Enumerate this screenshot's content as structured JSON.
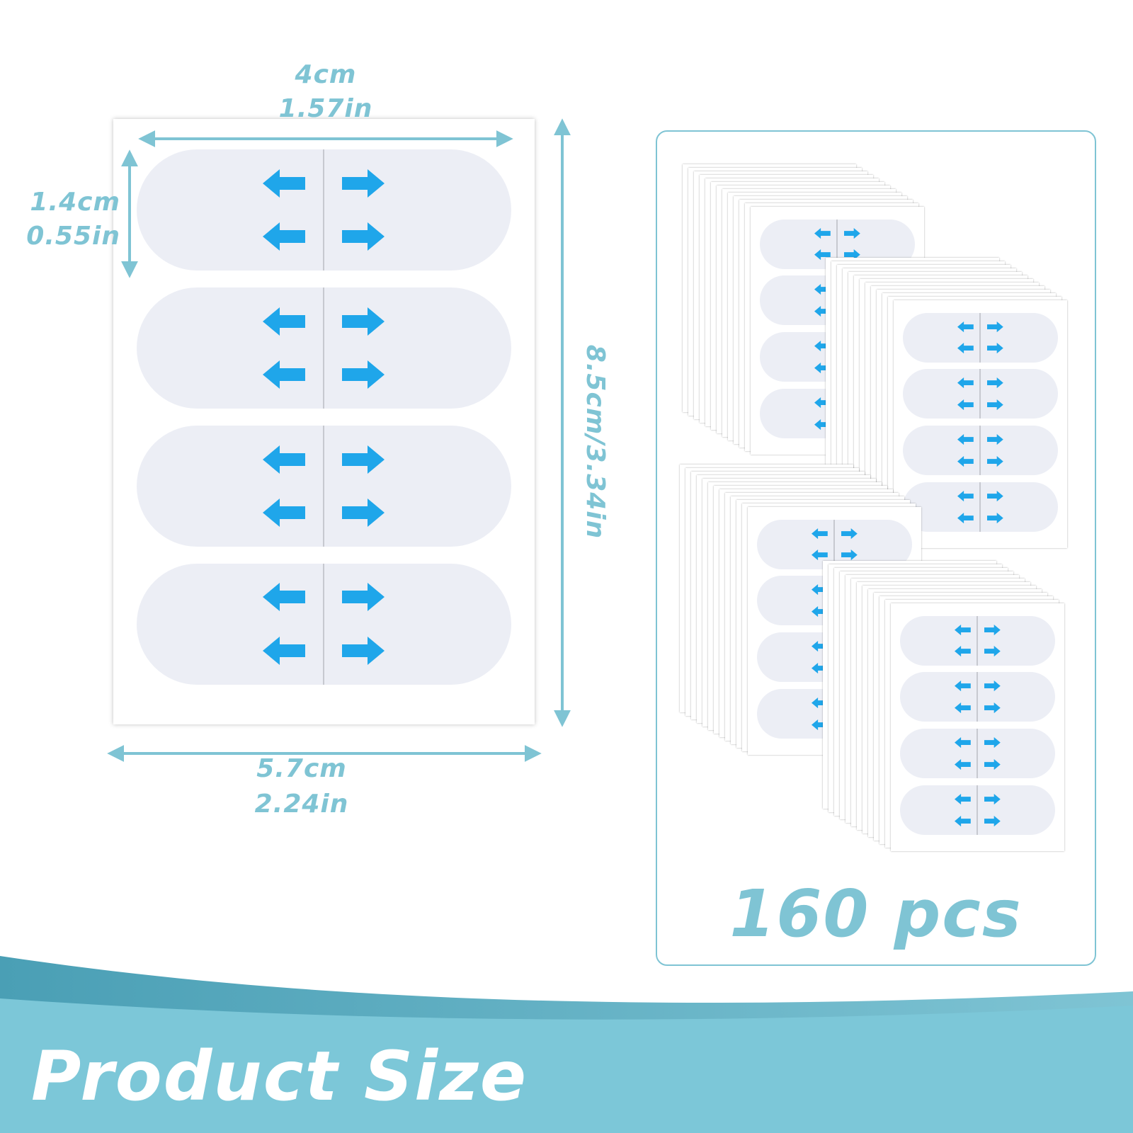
{
  "dimensions": {
    "top_width_cm": "4cm",
    "top_width_in": "1.57in",
    "strip_height_cm": "1.4cm",
    "strip_height_in": "0.55in",
    "sheet_height": "8.5cm/3.34in",
    "bottom_width_cm": "5.7cm",
    "bottom_width_in": "2.24in"
  },
  "count_label": "160 pcs",
  "banner": {
    "title": "Product Size"
  },
  "colors": {
    "accent": "#7fc4d4",
    "arrow": "#1fa6ea",
    "strip": "#eceef5",
    "banner_light": "#7cc7d8",
    "banner_dark": "#4a9fb5"
  },
  "icons": {
    "arrow_left": "arrow-left-icon",
    "arrow_right": "arrow-right-icon"
  },
  "sheet": {
    "strips_per_sheet": 4
  },
  "stacks": {
    "count": 4
  }
}
